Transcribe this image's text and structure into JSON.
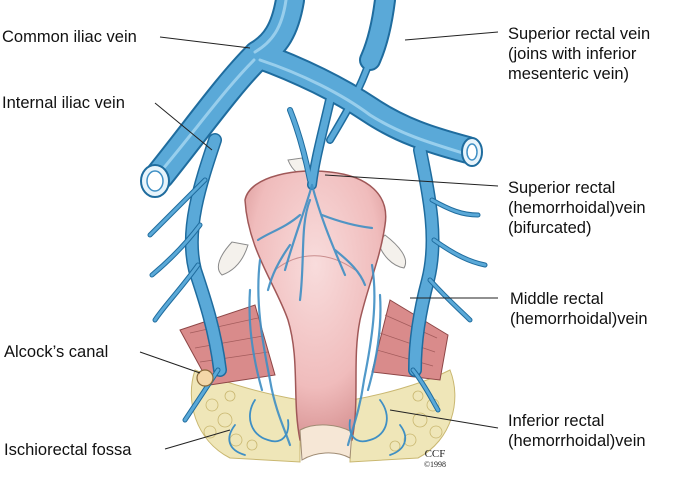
{
  "labels": {
    "common_iliac_vein": "Common iliac vein",
    "internal_iliac_vein": "Internal iliac vein",
    "alcocks_canal": "Alcock’s canal",
    "ischiorectal_fossa": "Ischiorectal fossa",
    "superior_rectal_vein": [
      "Superior rectal vein",
      "(joins with inferior",
      "mesenteric vein)"
    ],
    "superior_rectal_bifurcated": [
      "Superior rectal",
      "(hemorrhoidal)vein",
      "(bifurcated)"
    ],
    "middle_rectal": [
      "Middle rectal",
      "(hemorrhoidal)vein"
    ],
    "inferior_rectal": [
      "Inferior rectal",
      "(hemorrhoidal)vein"
    ]
  },
  "credit": {
    "mark": "CCF",
    "year": "©1998"
  },
  "colors": {
    "vein_fill": "#5aa9d8",
    "vein_edge": "#1f6c9e",
    "rectum_fill": "#f2c4c4",
    "rectum_edge": "#a05858",
    "muscle_fill": "#d98b8b",
    "fat_fill": "#efe6b8"
  }
}
